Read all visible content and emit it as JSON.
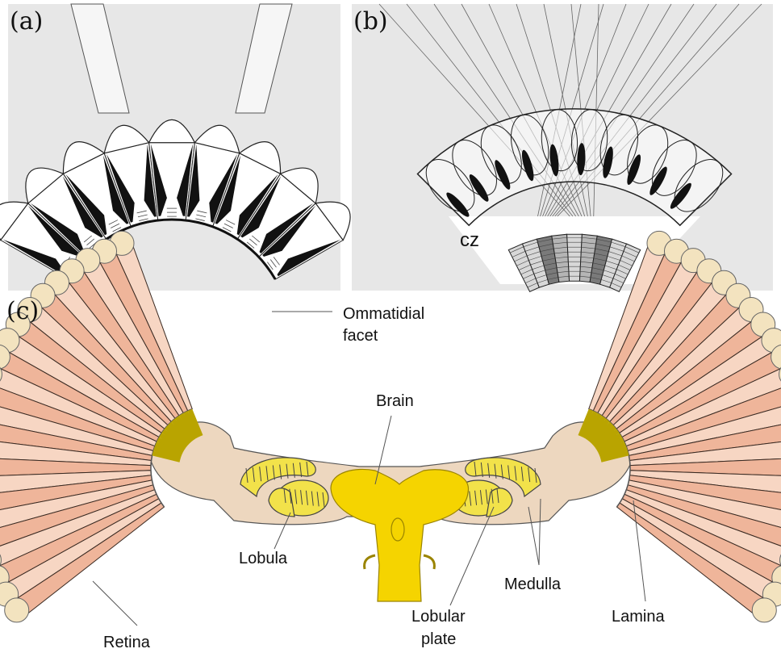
{
  "panels": {
    "a": {
      "letter": "(a)"
    },
    "b": {
      "letter": "(b)",
      "zone_label": "cz"
    },
    "c": {
      "letter": "(c)",
      "labels": {
        "ommatidial_facet": [
          "Ommatidial",
          "facet"
        ],
        "brain": "Brain",
        "lobula": "Lobula",
        "medulla": "Medulla",
        "lamina": "Lamina",
        "retina": "Retina",
        "lobular_plate": [
          "Lobular",
          "plate"
        ]
      }
    }
  },
  "colors": {
    "panel_bg": "#e7e7e7",
    "retina_fill": "#efb59a",
    "retina_light": "#f7d6c3",
    "facet_fill": "#f3e3bf",
    "optic_lobe_fill": "#edd7bf",
    "neuropil_yellow": "#f2e24a",
    "brain_yellow": "#f5d400",
    "pigment_black": "#111111"
  }
}
